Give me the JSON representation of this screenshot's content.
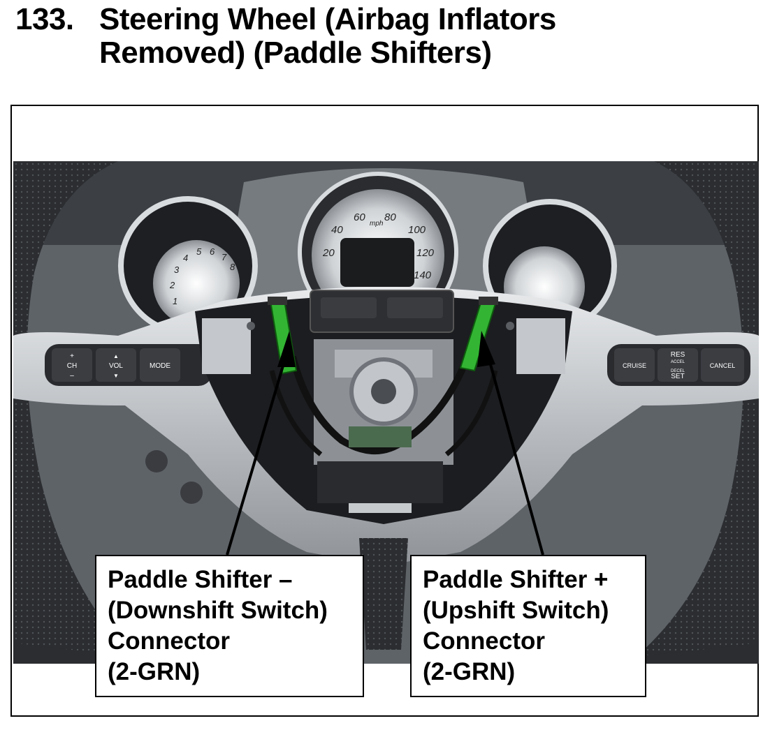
{
  "figure": {
    "number": "133.",
    "title_line1": "Steering Wheel (Airbag Inflators",
    "title_line2": "Removed) (Paddle Shifters)"
  },
  "photo": {
    "wheel_buttons": {
      "ch_plus": "+",
      "ch": "CH",
      "ch_minus": "–",
      "vol_up": "▲",
      "vol": "VOL",
      "vol_down": "▼",
      "mode": "MODE",
      "cruise": "CRUISE",
      "res": "RES",
      "accel": "ACCEL",
      "decel": "DECEL",
      "set": "SET",
      "cancel": "CANCEL"
    },
    "speedometer": {
      "unit": "mph",
      "ticks": [
        "20",
        "40",
        "60",
        "80",
        "100",
        "120",
        "140"
      ]
    },
    "tachometer": {
      "ticks": [
        "1",
        "2",
        "3",
        "4",
        "5",
        "6",
        "7",
        "8"
      ]
    },
    "colors": {
      "connector_green": "#33b533",
      "wheel_silver": "#c9ccd0",
      "leather": "#2e3033"
    }
  },
  "callouts": {
    "left": {
      "line1": "Paddle Shifter –",
      "line2": "(Downshift Switch)",
      "line3": "Connector",
      "line4": "(2-GRN)"
    },
    "right": {
      "line1": "Paddle Shifter +",
      "line2": "(Upshift Switch)",
      "line3": "Connector",
      "line4": "(2-GRN)"
    }
  }
}
